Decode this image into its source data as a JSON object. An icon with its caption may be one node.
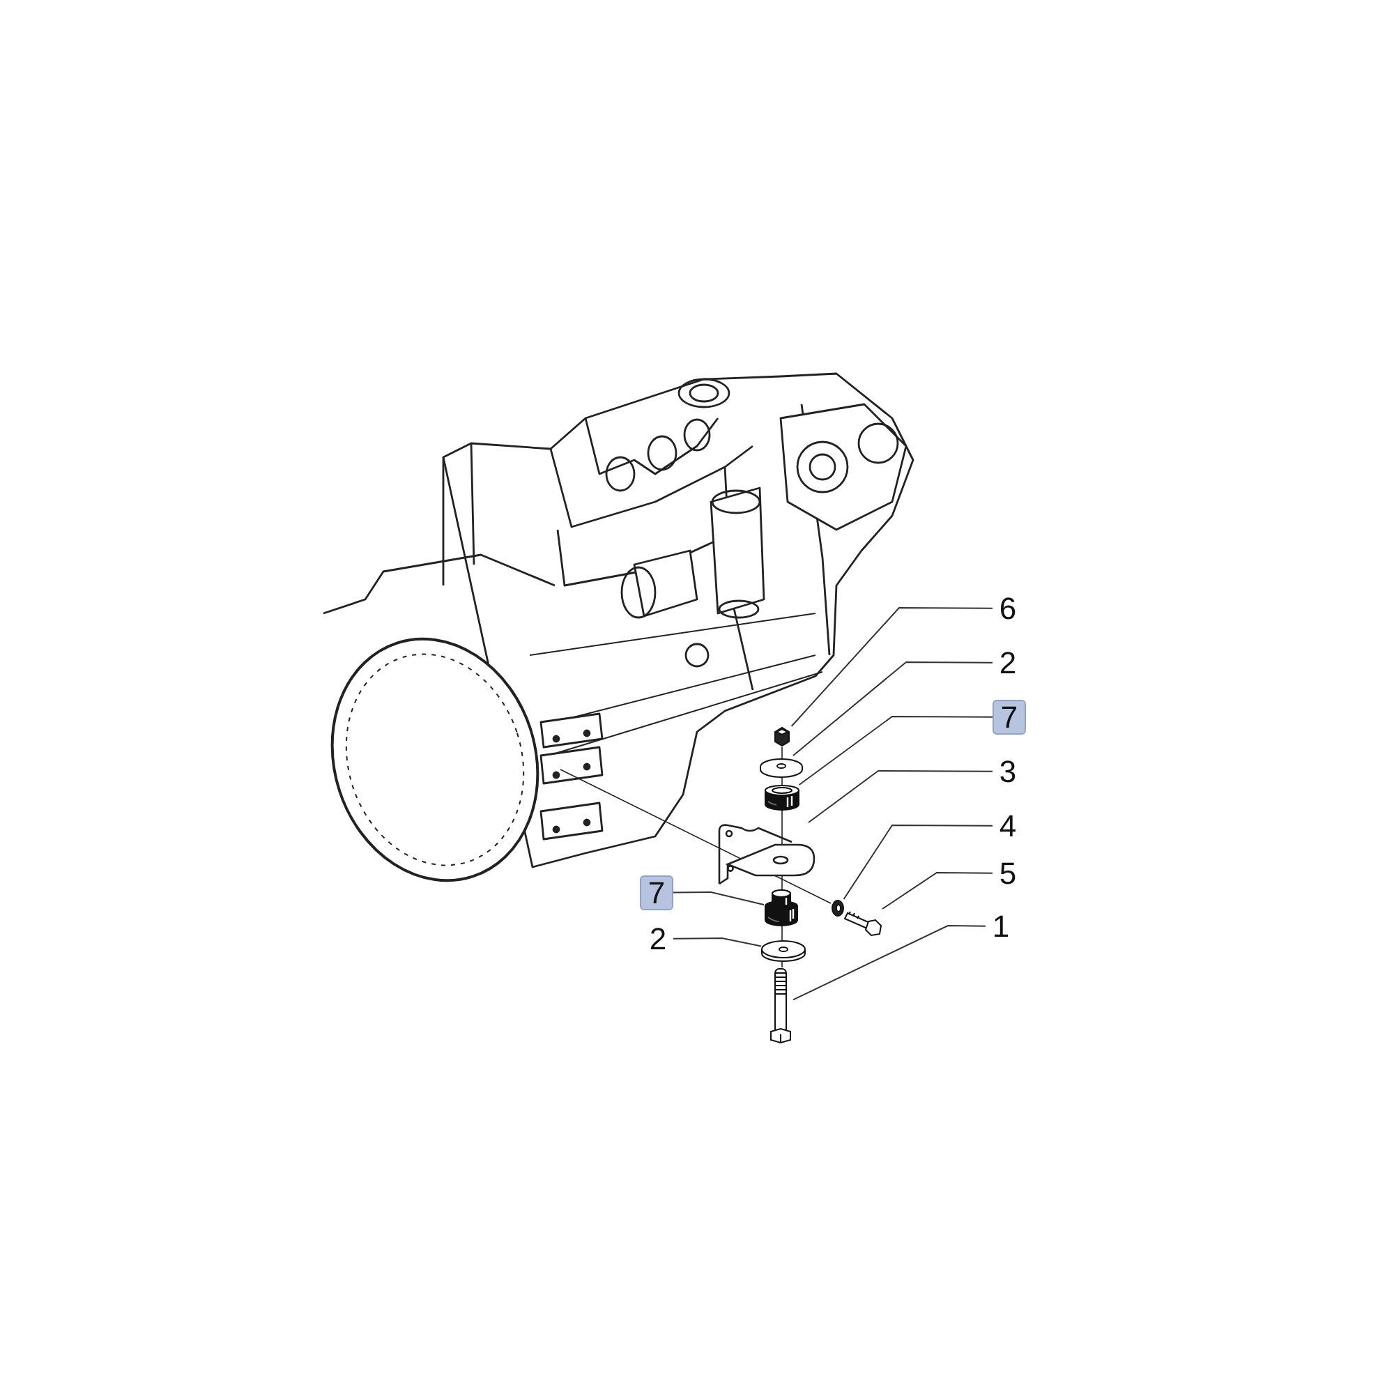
{
  "diagram": {
    "nodes": [
      {
        "text": [
          "6"
        ]
      },
      {
        "text": [
          "2"
        ]
      },
      {
        "text": [
          "7"
        ]
      },
      {
        "text": [
          "3"
        ]
      },
      {
        "text": [
          "4"
        ]
      },
      {
        "text": [
          "5"
        ]
      },
      {
        "text": [
          "7"
        ]
      },
      {
        "text": [
          "2"
        ]
      },
      {
        "text": [
          "1"
        ]
      },
      {
        "text": [],
        "shape": "picture"
      },
      {
        "text": [],
        "shape": "picture"
      },
      {
        "text": [],
        "shape": "picture"
      },
      {
        "text": [],
        "shape": "picture"
      },
      {
        "text": [],
        "shape": "picture"
      },
      {
        "text": [],
        "shape": "picture"
      },
      {
        "text": [],
        "shape": "picture"
      },
      {
        "text": [],
        "shape": "picture"
      },
      {
        "text": [],
        "shape": "picture"
      }
    ],
    "edges": [
      {
        "from": 0,
        "to": 9,
        "arrow": "none"
      },
      {
        "from": 1,
        "to": 10,
        "arrow": "none"
      },
      {
        "from": 2,
        "to": 11,
        "arrow": "none"
      },
      {
        "from": 3,
        "to": 12,
        "arrow": "none"
      },
      {
        "from": 4,
        "to": 13,
        "arrow": "none"
      },
      {
        "from": 5,
        "to": 14,
        "arrow": "none"
      },
      {
        "from": 6,
        "to": 15,
        "arrow": "none"
      },
      {
        "from": 7,
        "to": 16,
        "arrow": "none"
      },
      {
        "from": 8,
        "to": 17,
        "arrow": "none"
      }
    ]
  }
}
